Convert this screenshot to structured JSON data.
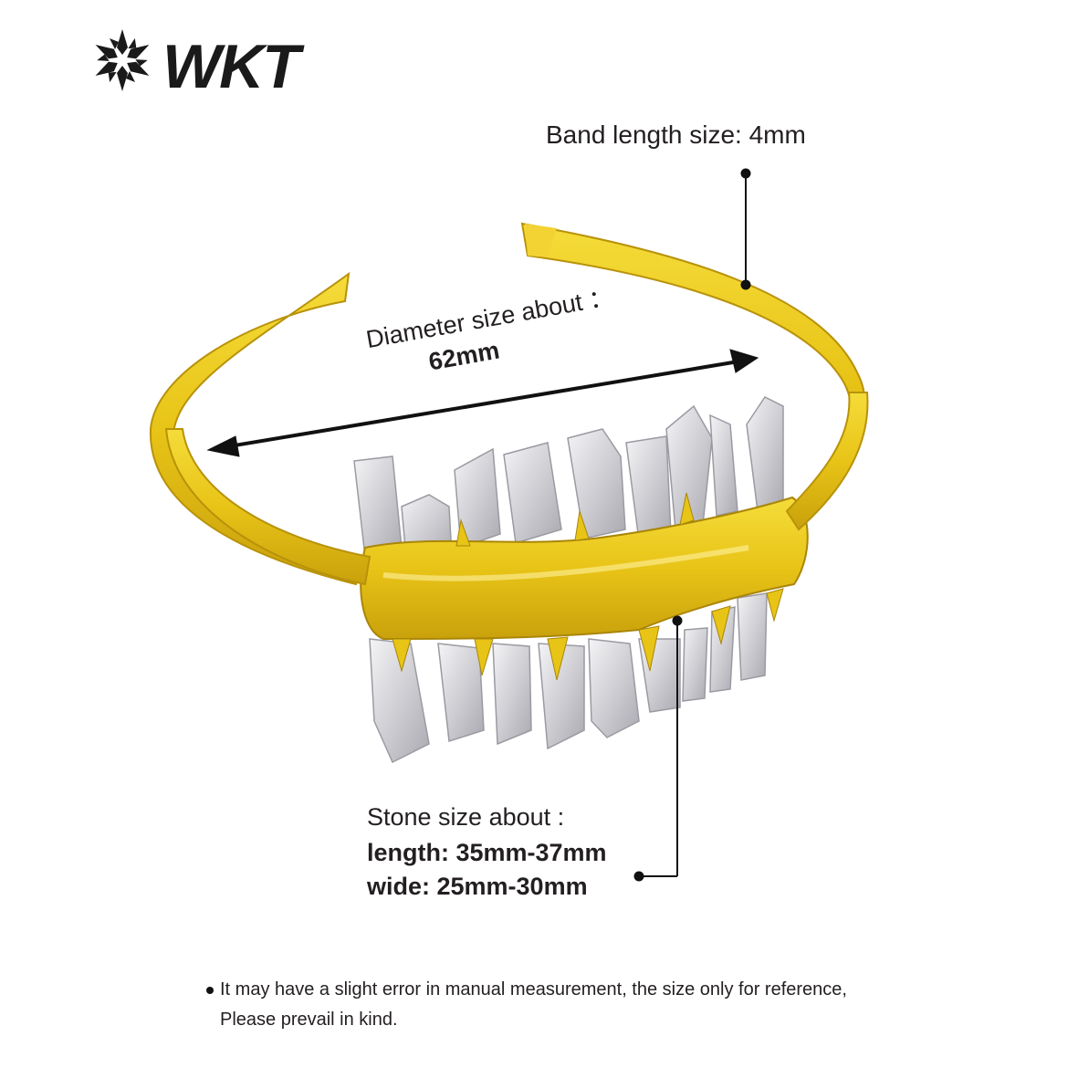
{
  "brand": {
    "logo_text": "WKT"
  },
  "annotations": {
    "band": "Band length size: 4mm",
    "diameter_label": "Diameter size about ：",
    "diameter_value": "62mm",
    "stone_label": "Stone size about :",
    "stone_length": "length: 35mm-37mm",
    "stone_wide": "wide: 25mm-30mm"
  },
  "note": {
    "line1": "It may have a slight error in manual measurement, the size only for reference,",
    "line2": "Please prevail in kind."
  },
  "colors": {
    "gold": "#e8c417",
    "gold_dark": "#b8920a",
    "crystal": "#dcdcdc",
    "text": "#231f20",
    "background": "#ffffff"
  }
}
